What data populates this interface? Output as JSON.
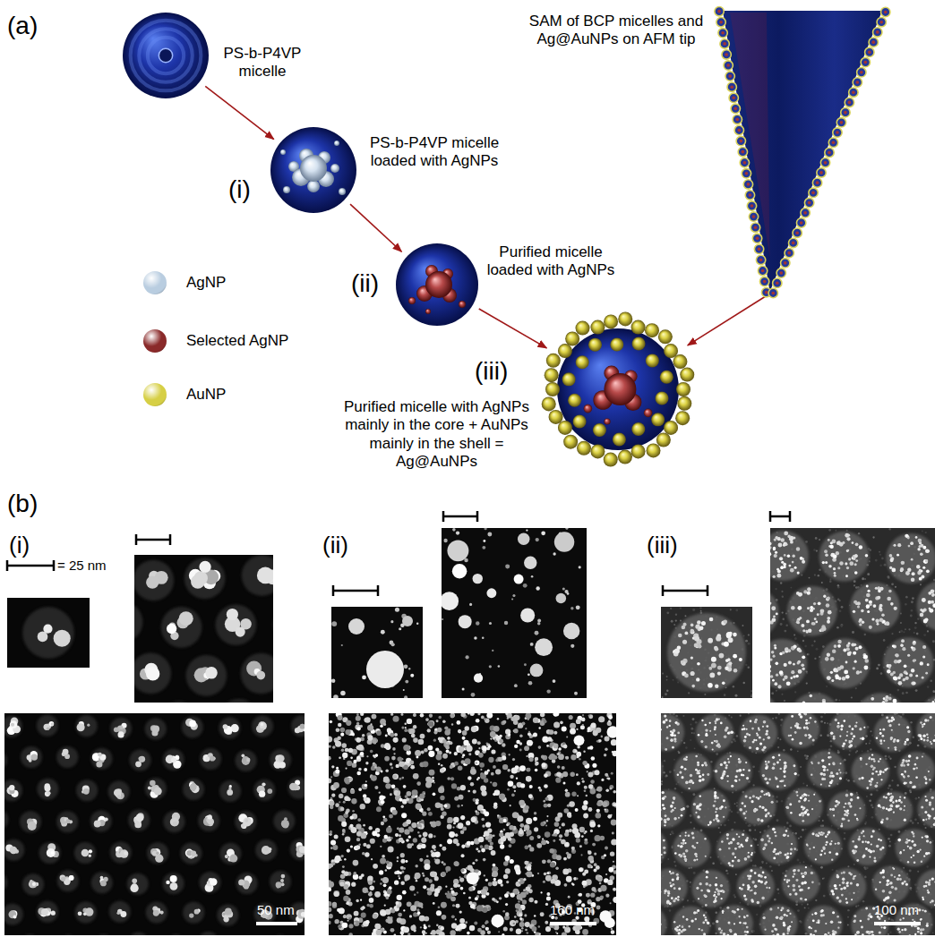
{
  "diagram": {
    "nodes": [
      {
        "text": [
          "PS-b-P4VP micelle"
        ]
      },
      {
        "text": [
          "PS-b-P4VP micelle loaded with AgNPs",
          "(i)"
        ]
      },
      {
        "text": [
          "Purified micelle loaded with AgNPs",
          "(ii)"
        ]
      },
      {
        "text": [
          "Purified micelle with AgNPs mainly in the core + AuNPs mainly in the shell = Ag@AuNPs",
          "(iii)"
        ]
      },
      {
        "text": [
          "SAM of BCP micelles and Ag@AuNPs on AFM tip"
        ]
      }
    ],
    "edges": [
      {
        "from": 0,
        "to": 1,
        "arrow": "to"
      },
      {
        "from": 1,
        "to": 2,
        "arrow": "to"
      },
      {
        "from": 2,
        "to": 3,
        "arrow": "to"
      },
      {
        "from": 4,
        "to": 3,
        "arrow": "to"
      }
    ],
    "labels": [
      "(a)",
      "(b)",
      "(i)",
      "= 25 nm",
      "50 nm",
      "(ii)",
      "160 nm",
      "(iii)",
      "100 nm"
    ],
    "legend": [
      {
        "text": "AgNP",
        "color": "#b9cde0"
      },
      {
        "text": "Selected AgNP",
        "color": "#8a2a2a"
      },
      {
        "text": "AuNP",
        "color": "#d6cf45"
      }
    ]
  }
}
